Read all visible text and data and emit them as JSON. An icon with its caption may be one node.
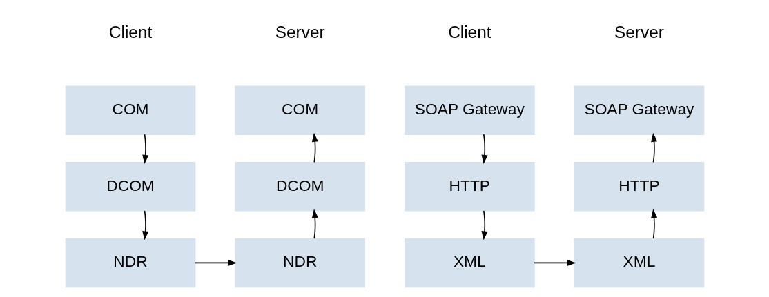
{
  "diagram": {
    "nodes": [
      {
        "text": [
          "COM"
        ]
      },
      {
        "text": [
          "DCOM"
        ]
      },
      {
        "text": [
          "NDR"
        ]
      },
      {
        "text": [
          "COM"
        ]
      },
      {
        "text": [
          "DCOM"
        ]
      },
      {
        "text": [
          "NDR"
        ]
      },
      {
        "text": [
          "SOAP Gateway"
        ]
      },
      {
        "text": [
          "HTTP"
        ]
      },
      {
        "text": [
          "XML"
        ]
      },
      {
        "text": [
          "SOAP Gateway"
        ]
      },
      {
        "text": [
          "HTTP"
        ]
      },
      {
        "text": [
          "XML"
        ]
      }
    ],
    "edges": [
      {
        "from": 0,
        "to": 1,
        "arrow": "to"
      },
      {
        "from": 1,
        "to": 2,
        "arrow": "to"
      },
      {
        "from": 2,
        "to": 5,
        "arrow": "to"
      },
      {
        "from": 5,
        "to": 4,
        "arrow": "to"
      },
      {
        "from": 4,
        "to": 3,
        "arrow": "to"
      },
      {
        "from": 6,
        "to": 7,
        "arrow": "to"
      },
      {
        "from": 7,
        "to": 8,
        "arrow": "to"
      },
      {
        "from": 8,
        "to": 11,
        "arrow": "to"
      },
      {
        "from": 11,
        "to": 10,
        "arrow": "to"
      },
      {
        "from": 10,
        "to": 9,
        "arrow": "to"
      }
    ],
    "labels": [
      "Client",
      "Server",
      "Client",
      "Server"
    ]
  }
}
